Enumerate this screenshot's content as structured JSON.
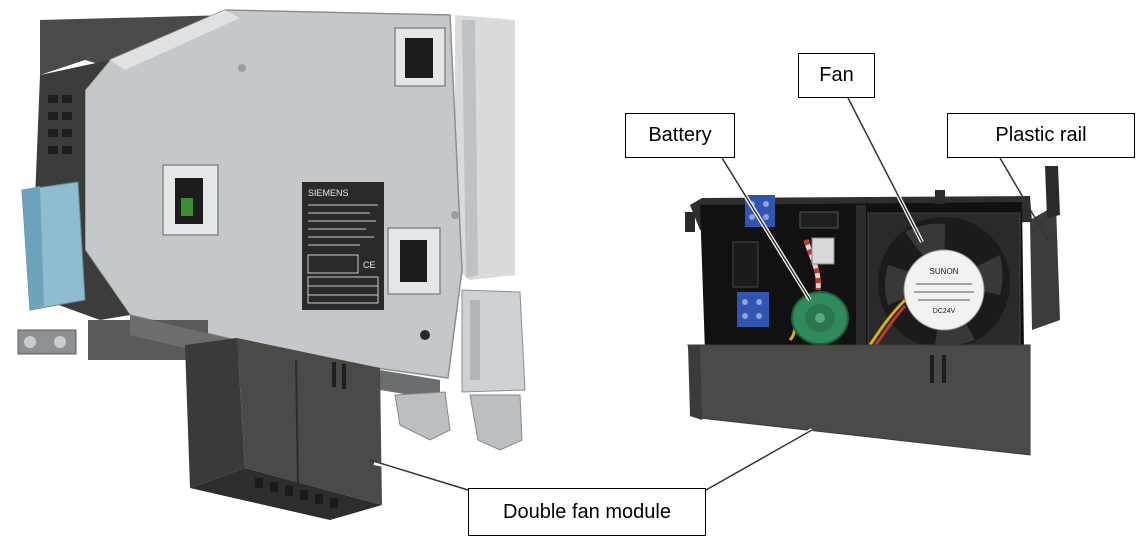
{
  "labels": {
    "fan": "Fan",
    "battery": "Battery",
    "plastic_rail": "Plastic rail",
    "double_fan_module": "Double fan module"
  },
  "photo_text": {
    "brand": "SIEMENS",
    "fan_brand": "SUNON",
    "fan_voltage": "DC24V",
    "ce_mark": "CE"
  },
  "colors": {
    "drive_plate": "#c4c7c9",
    "dark_housing": "#3f3f3d",
    "connector_blue": "#8fbcd0",
    "battery_green": "#2f8a5a",
    "callout_border": "#000000"
  }
}
